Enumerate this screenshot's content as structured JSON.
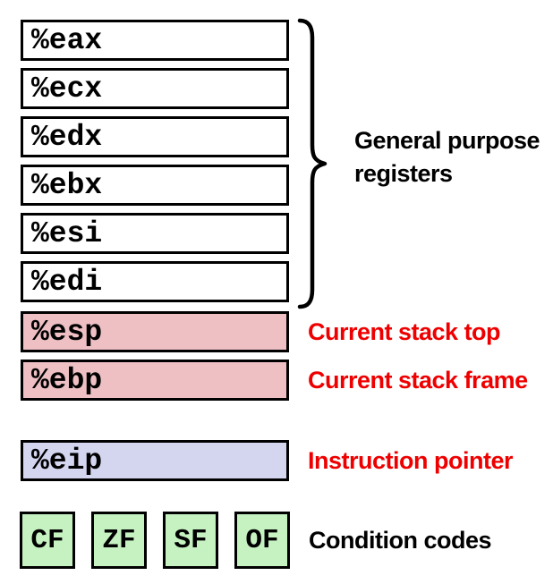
{
  "general_registers": {
    "items": [
      "%eax",
      "%ecx",
      "%edx",
      "%ebx",
      "%esi",
      "%edi"
    ],
    "label": "General purpose registers"
  },
  "stack_registers": [
    {
      "name": "%esp",
      "label": "Current stack top"
    },
    {
      "name": "%ebp",
      "label": "Current stack frame"
    }
  ],
  "instruction_pointer": {
    "name": "%eip",
    "label": "Instruction pointer"
  },
  "condition_codes": {
    "flags": [
      "CF",
      "ZF",
      "SF",
      "OF"
    ],
    "label": "Condition codes"
  },
  "colors": {
    "general_box_bg": "#FFFFFF",
    "stack_box_bg": "#EEC0C4",
    "instruction_pointer_box_bg": "#D4D6F0",
    "condition_code_box_bg": "#C6F2C2",
    "box_border": "#000000",
    "annotation_red": "#EE0000",
    "text_black": "#000000"
  }
}
